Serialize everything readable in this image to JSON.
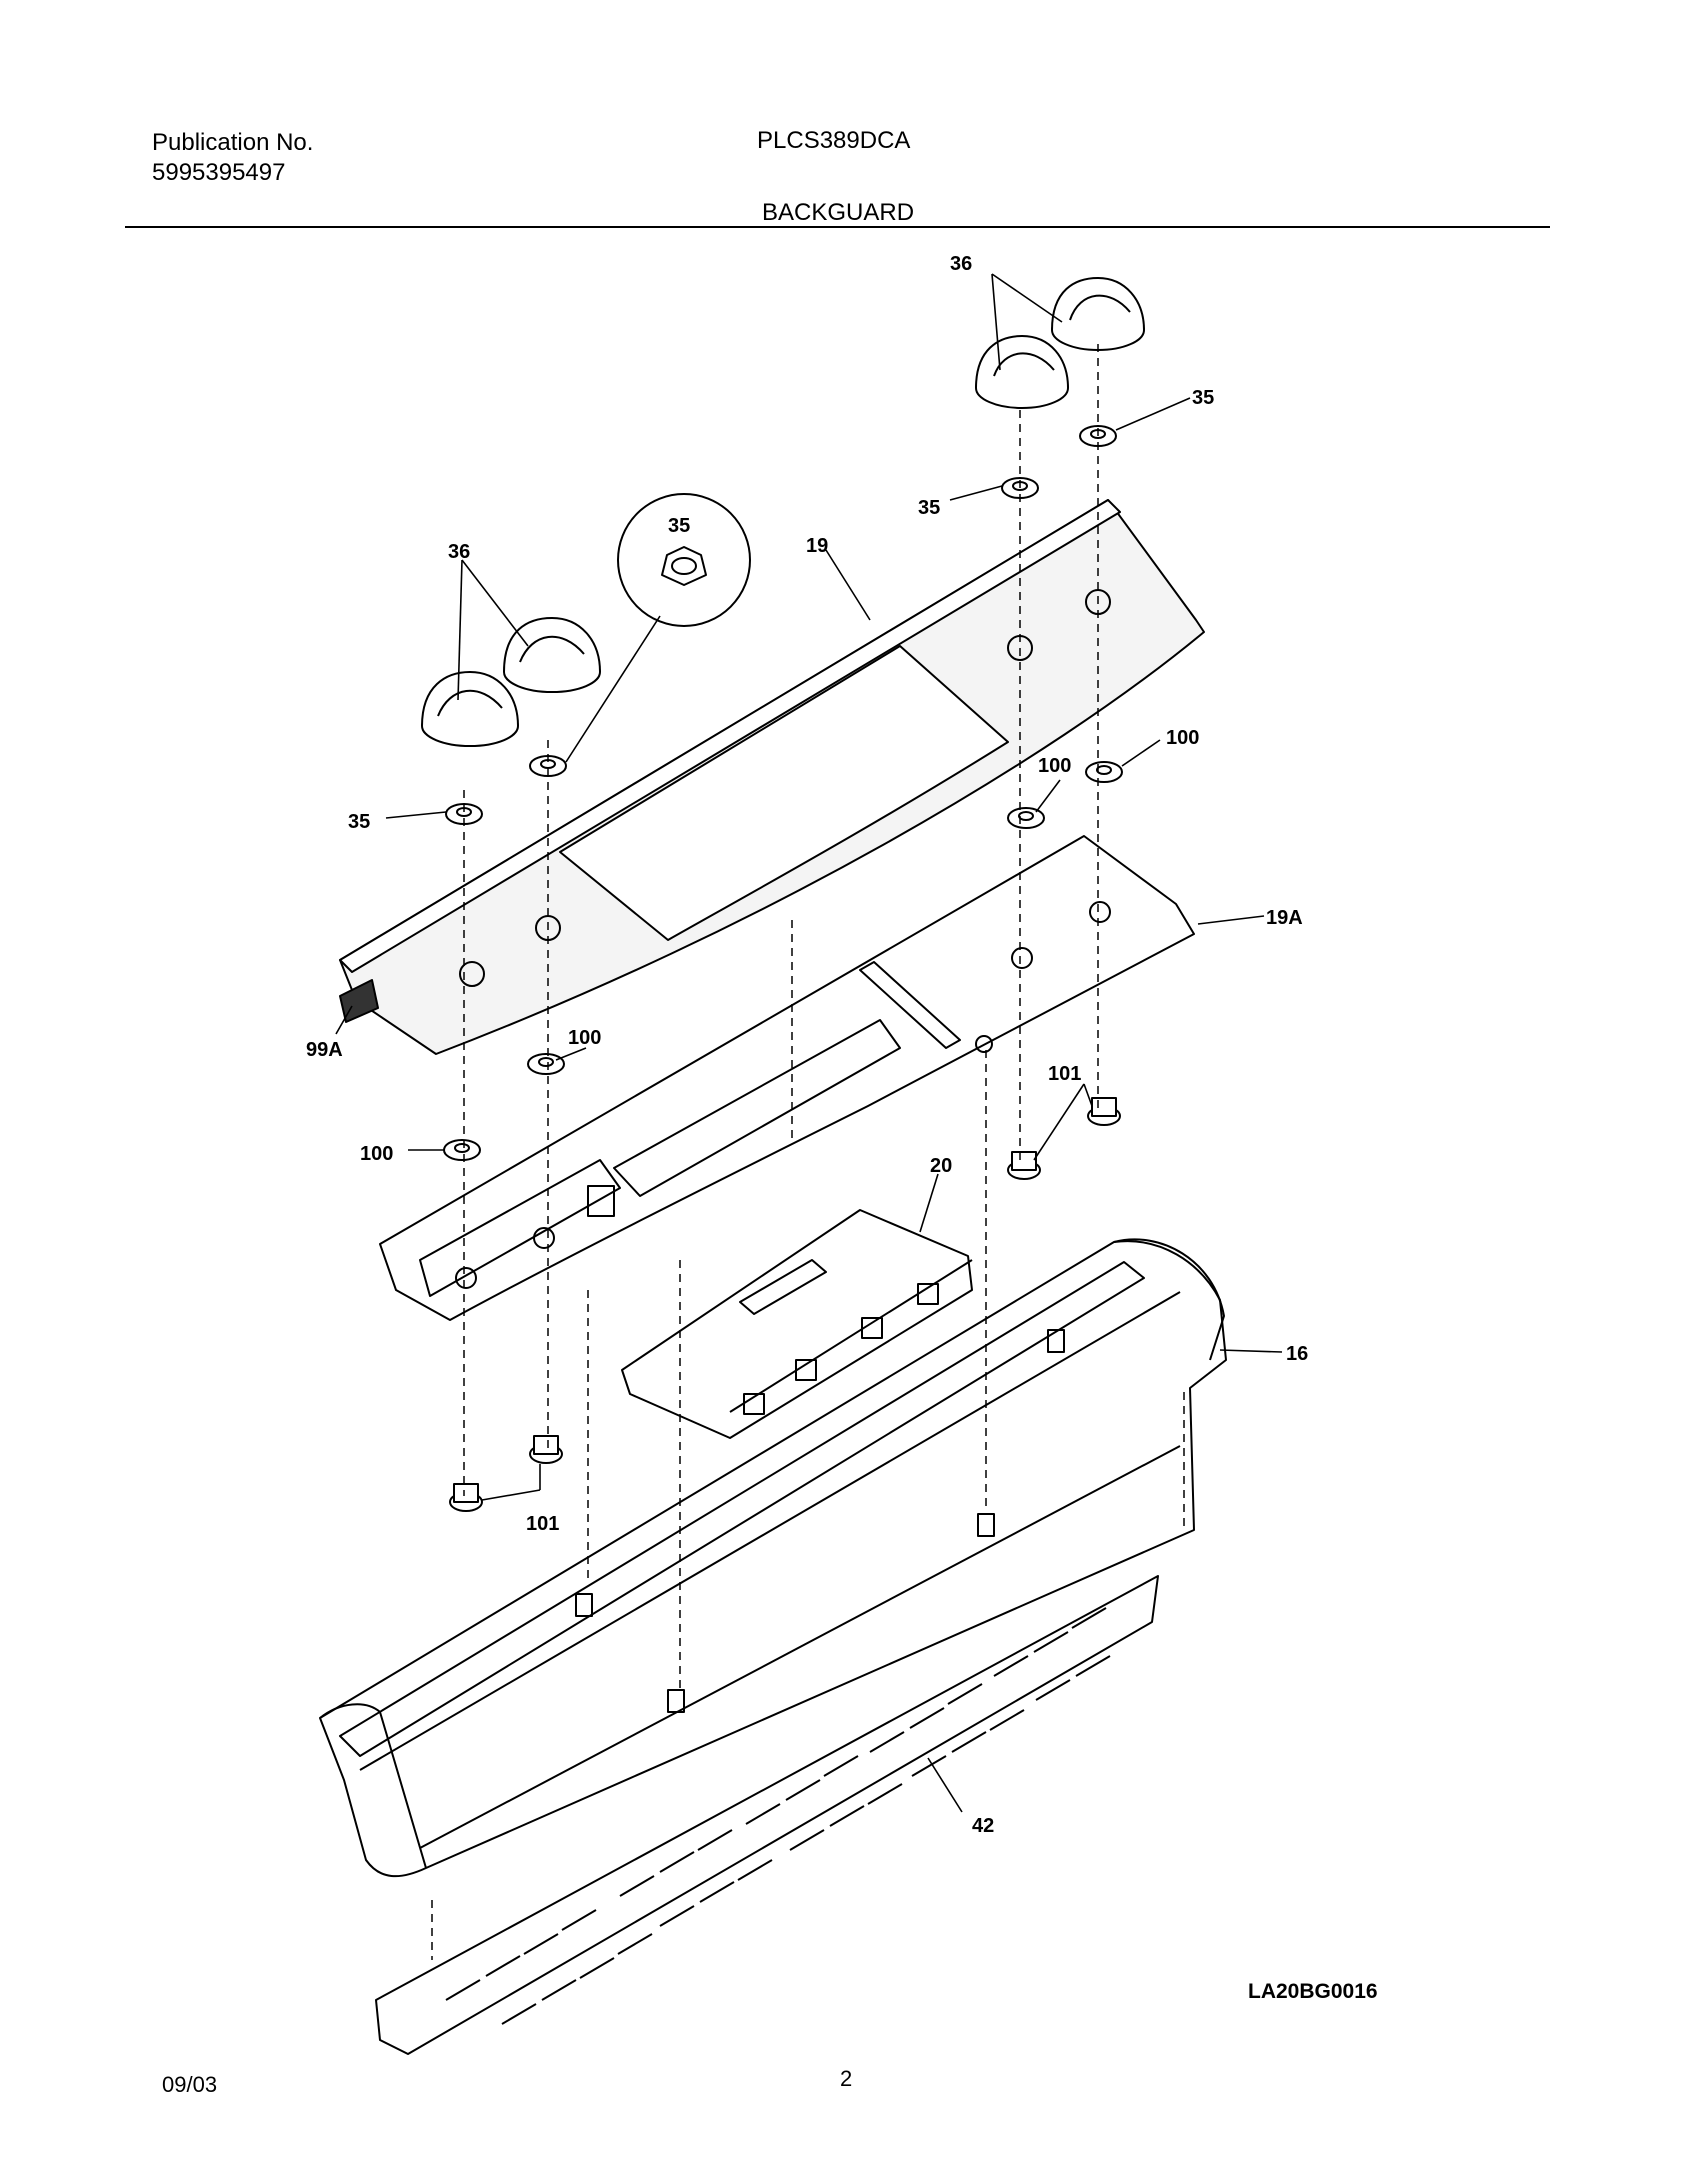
{
  "header": {
    "pub_label": "Publication No.",
    "pub_number": "5995395497",
    "model": "PLCS389DCA",
    "section": "BACKGUARD"
  },
  "callouts": {
    "c36a": "36",
    "c35a": "35",
    "c35b": "35",
    "c35c": "35",
    "c35d": "35",
    "c19": "19",
    "c36b": "36",
    "c100a": "100",
    "c100b": "100",
    "c19a": "19A",
    "c99a": "99A",
    "c100c": "100",
    "c100d": "100",
    "c101a": "101",
    "c20": "20",
    "c16": "16",
    "c101b": "101",
    "c42": "42"
  },
  "drawing_code": "LA20BG0016",
  "footer": {
    "date": "09/03",
    "page": "2"
  }
}
